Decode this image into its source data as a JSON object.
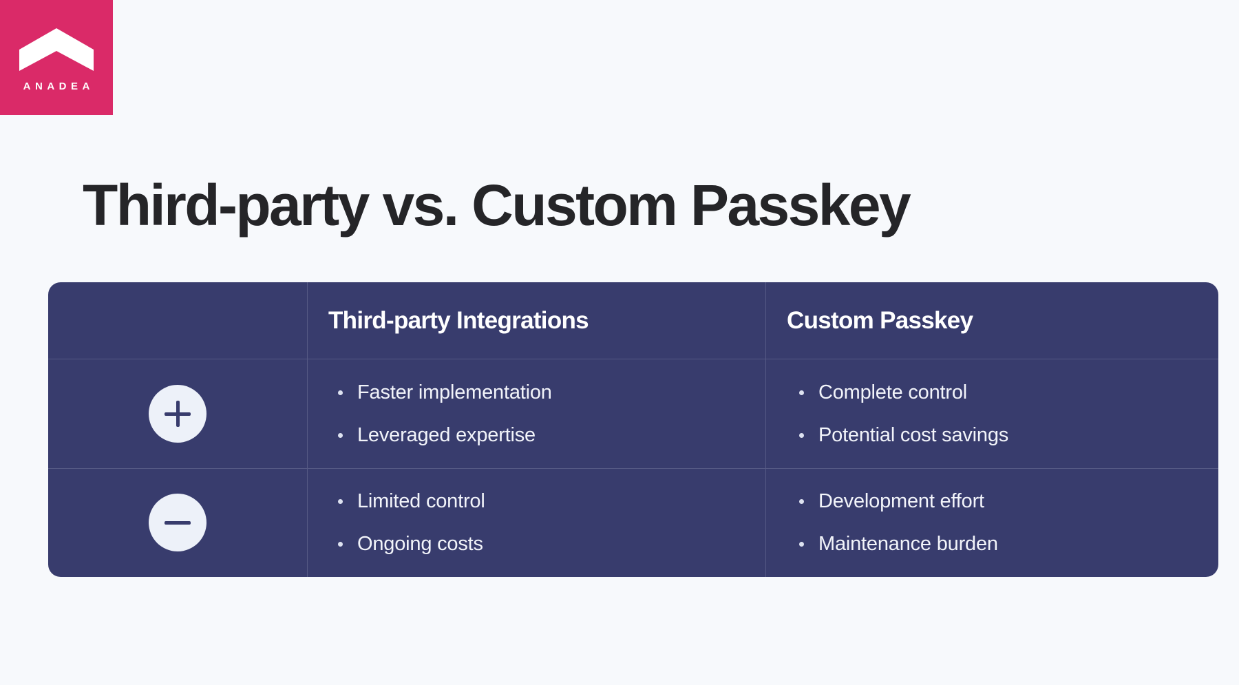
{
  "brand": {
    "name": "ANADEA",
    "logo_icon": "chevron-mark-icon",
    "square_color": "#DA2A68",
    "mark_color": "#FFFFFF"
  },
  "page": {
    "title": "Third-party vs. Custom Passkey",
    "background_color": "#F7F9FC",
    "title_color": "#252528"
  },
  "table": {
    "surface_color": "#383C6D",
    "divider_color": "#565A85",
    "badge_color": "#EDF1F9",
    "text_color": "#F2F4FA",
    "headers": [
      {
        "label": ""
      },
      {
        "label": "Third-party Integrations"
      },
      {
        "label": "Custom Passkey"
      }
    ],
    "rows": [
      {
        "sign": "plus",
        "sign_label": "+",
        "third_party": [
          "Faster implementation",
          "Leveraged expertise"
        ],
        "custom_passkey": [
          "Complete control",
          "Potential cost savings"
        ]
      },
      {
        "sign": "minus",
        "sign_label": "−",
        "third_party": [
          "Limited control",
          "Ongoing costs"
        ],
        "custom_passkey": [
          "Development effort",
          "Maintenance burden"
        ]
      }
    ]
  }
}
